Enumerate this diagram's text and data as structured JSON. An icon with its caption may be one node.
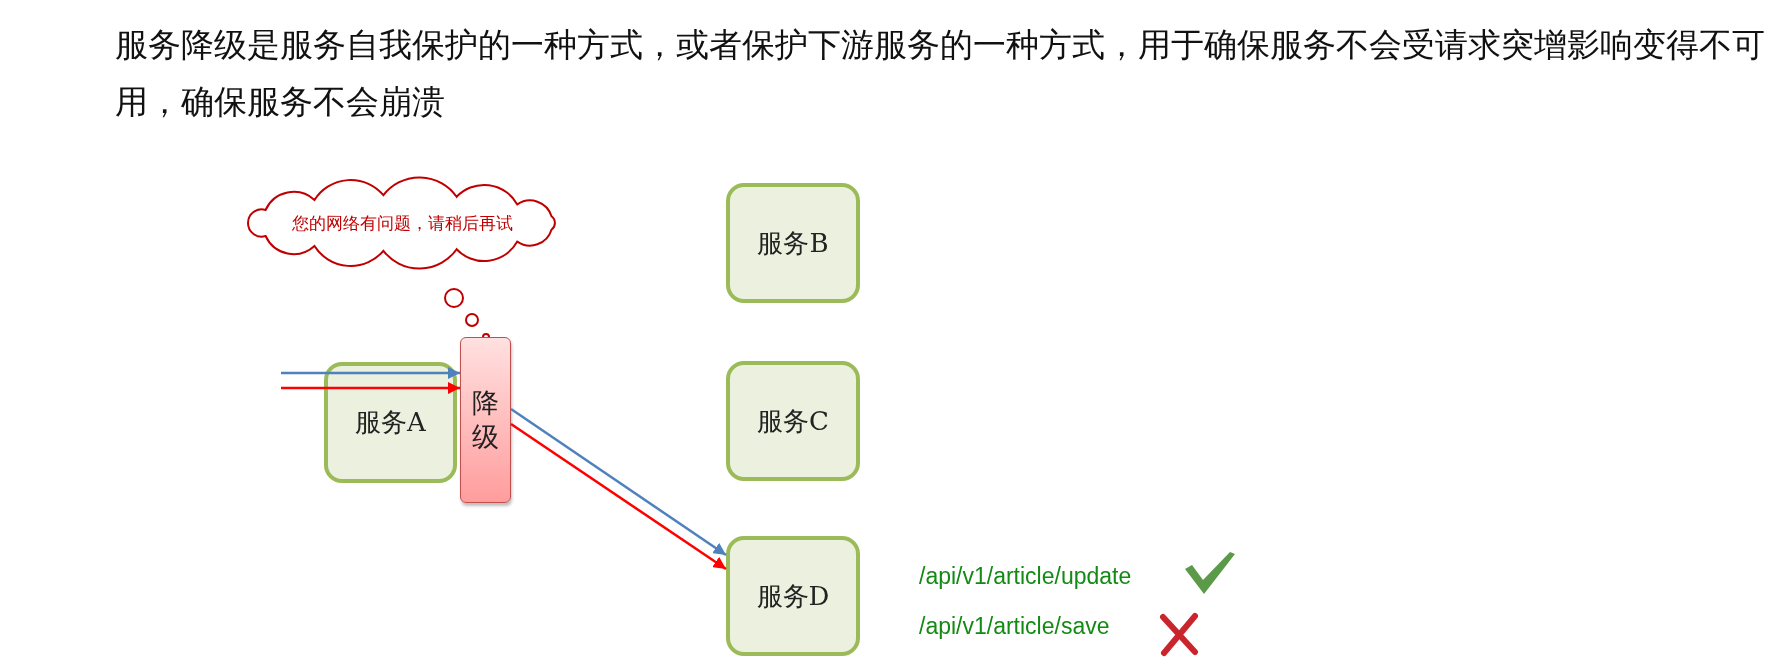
{
  "diagram": {
    "title": "服务降级是服务自我保护的一种方式，或者保护下游服务的一种方式，用于确保服务不会受请求突增影响变得不可用，确保服务不会崩溃",
    "nodes": [
      {
        "text": [
          "您的网络有问题，请稍后再试"
        ]
      },
      {
        "text": [
          "服务A"
        ]
      },
      {
        "text": [
          "降级"
        ]
      },
      {
        "text": [
          "服务B"
        ]
      },
      {
        "text": [
          "服务C"
        ]
      },
      {
        "text": [
          "服务D"
        ]
      }
    ],
    "edges": [
      {
        "from": null,
        "to": 2,
        "arrow": "to",
        "color": "#4f81bd"
      },
      {
        "from": null,
        "to": 2,
        "arrow": "to",
        "color": "#ff0000"
      },
      {
        "from": 2,
        "to": 5,
        "arrow": "to",
        "color": "#4f81bd"
      },
      {
        "from": 2,
        "to": 5,
        "arrow": "to",
        "color": "#ff0000"
      }
    ],
    "labels": [
      "/api/v1/article/update",
      "/api/v1/article/save"
    ]
  }
}
